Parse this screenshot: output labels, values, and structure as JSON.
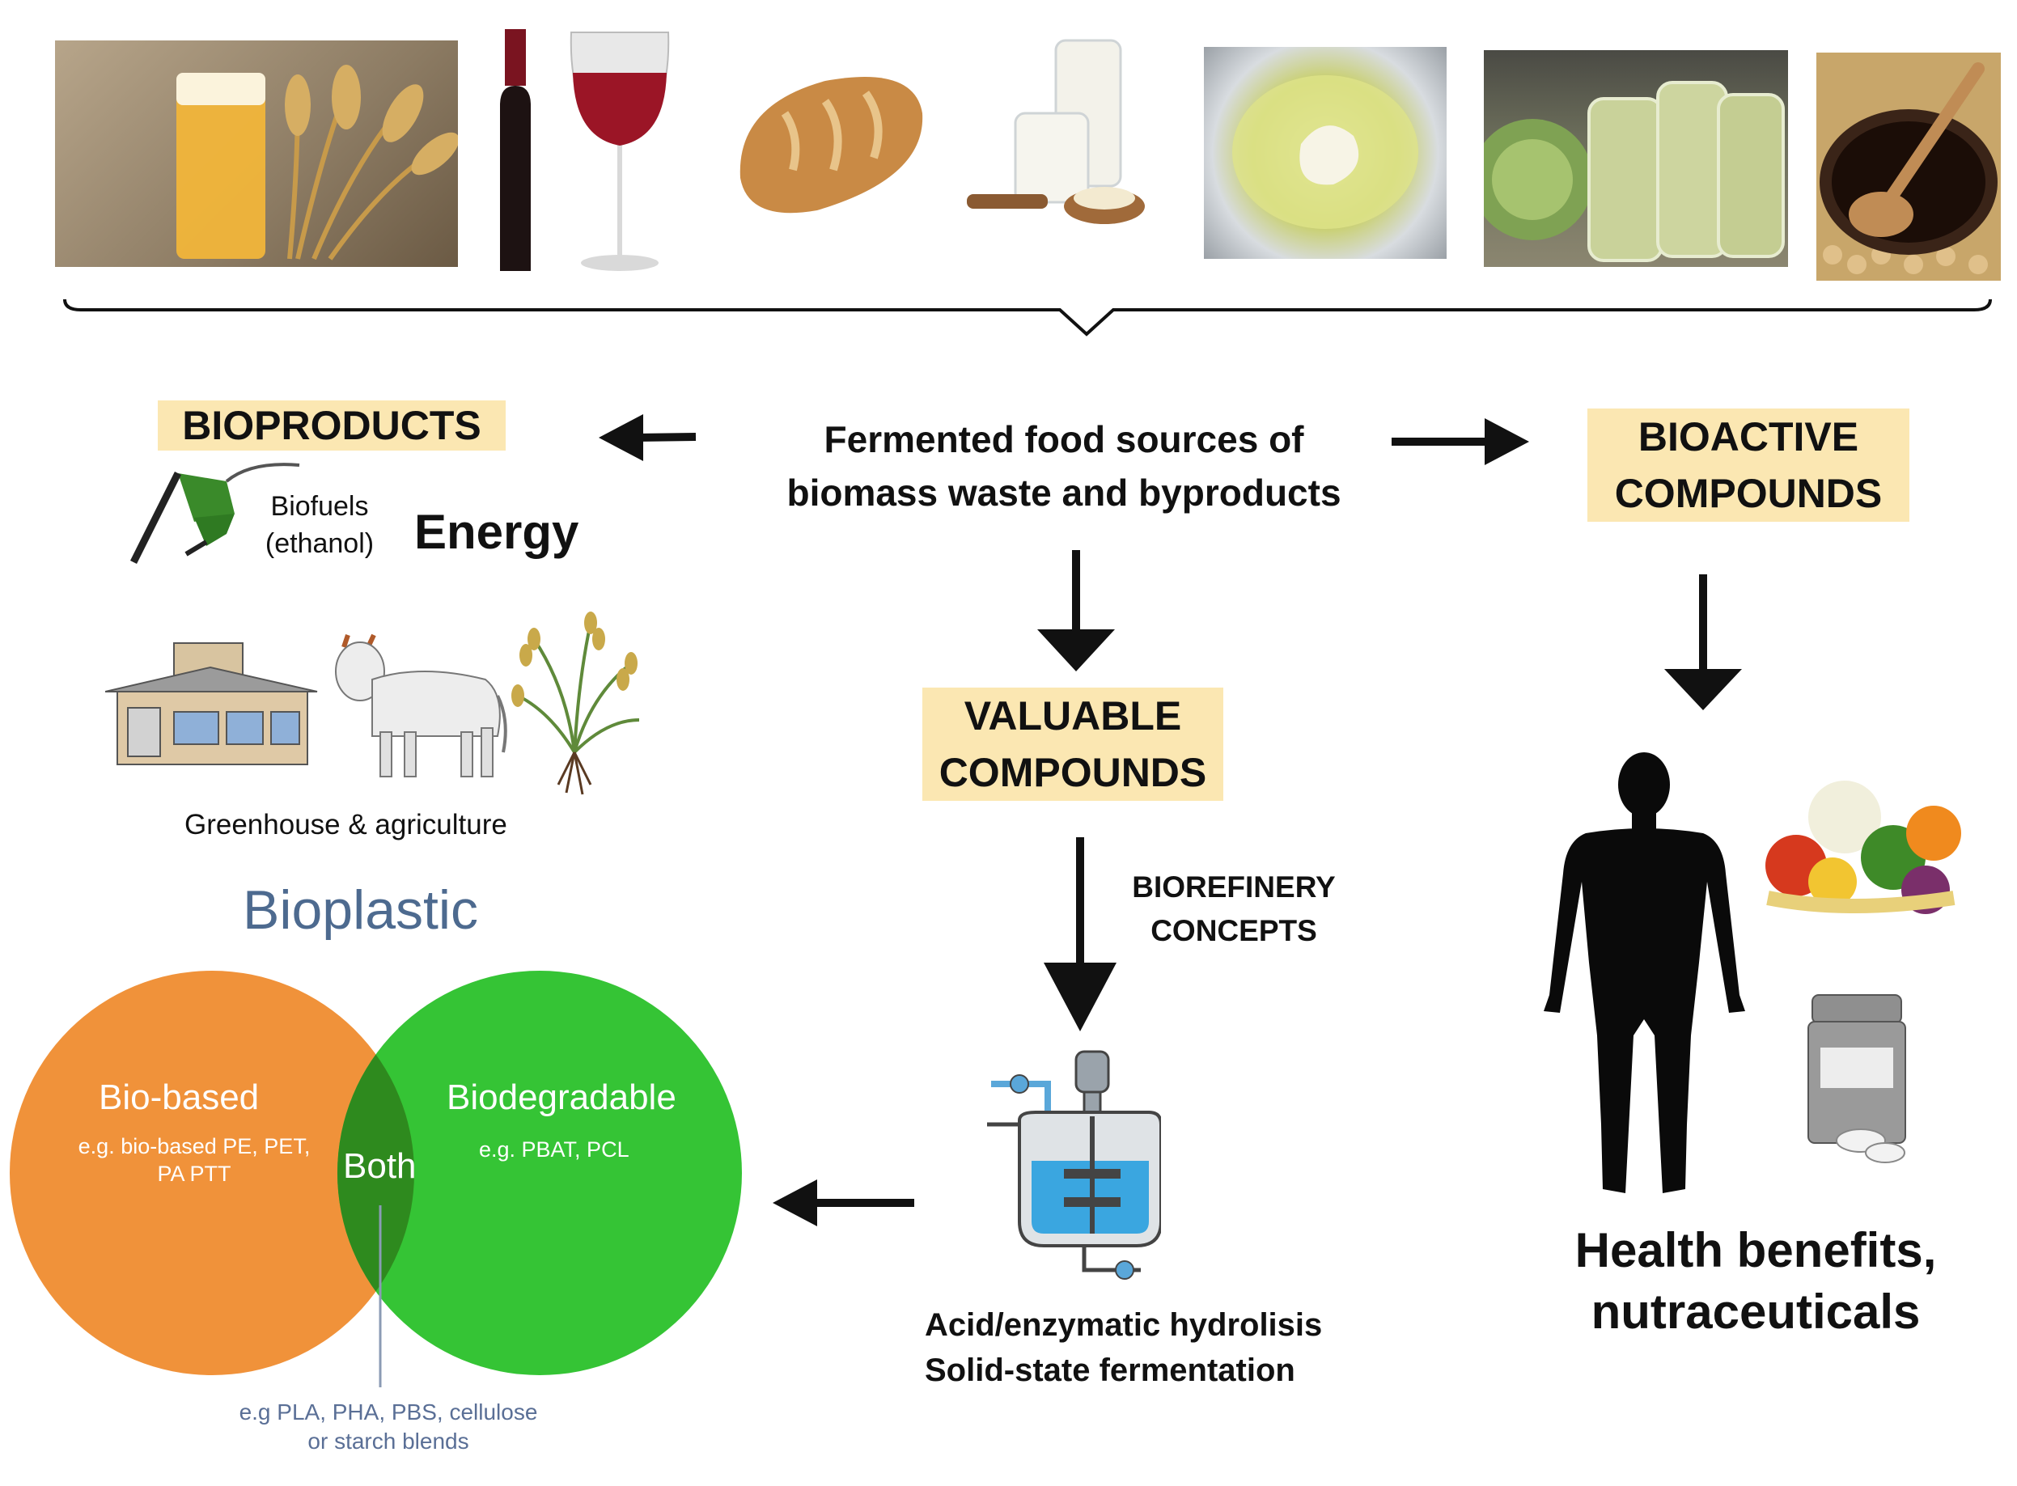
{
  "brace_caption": "",
  "top_images": [
    {
      "icon": "beer-wheat-photo"
    },
    {
      "icon": "wine-photo"
    },
    {
      "icon": "bread-photo"
    },
    {
      "icon": "milk-kefir-photo"
    },
    {
      "icon": "cheese-curd-photo"
    },
    {
      "icon": "sauerkraut-jars-photo"
    },
    {
      "icon": "soy-sauce-photo"
    }
  ],
  "center": {
    "source_line1": "Fermented food sources of",
    "source_line2": "biomass waste and byproducts"
  },
  "bioproducts": {
    "label": "BIOPRODUCTS",
    "biofuels_line1": "Biofuels",
    "biofuels_line2": "(ethanol)",
    "energy": "Energy",
    "greenhouse": "Greenhouse & agriculture"
  },
  "bioactive": {
    "label_line1": "BIOACTIVE",
    "label_line2": "COMPOUNDS",
    "health_line1": "Health benefits,",
    "health_line2": "nutraceuticals"
  },
  "valuable": {
    "label_line1": "VALUABLE",
    "label_line2": "COMPOUNDS",
    "biorefinery_line1": "BIOREFINERY",
    "biorefinery_line2": "CONCEPTS",
    "process_line1": "Acid/enzymatic hydrolisis",
    "process_line2": "Solid-state fermentation"
  },
  "bioplastic": {
    "title": "Bioplastic",
    "left_title": "Bio-based",
    "left_examples_line1": "e.g. bio-based PE, PET,",
    "left_examples_line2": "PA PTT",
    "overlap": "Both",
    "right_title": "Biodegradable",
    "right_examples": "e.g. PBAT, PCL",
    "both_examples_line1": "e.g PLA, PHA, PBS, cellulose",
    "both_examples_line2": "or starch blends"
  },
  "colors": {
    "highlight": "#fbe7b2",
    "bio_based": "#f0923a",
    "biodegradable": "#35c435",
    "overlap": "#2e8a1e",
    "bioplastic_title": "#4d6a8f"
  }
}
